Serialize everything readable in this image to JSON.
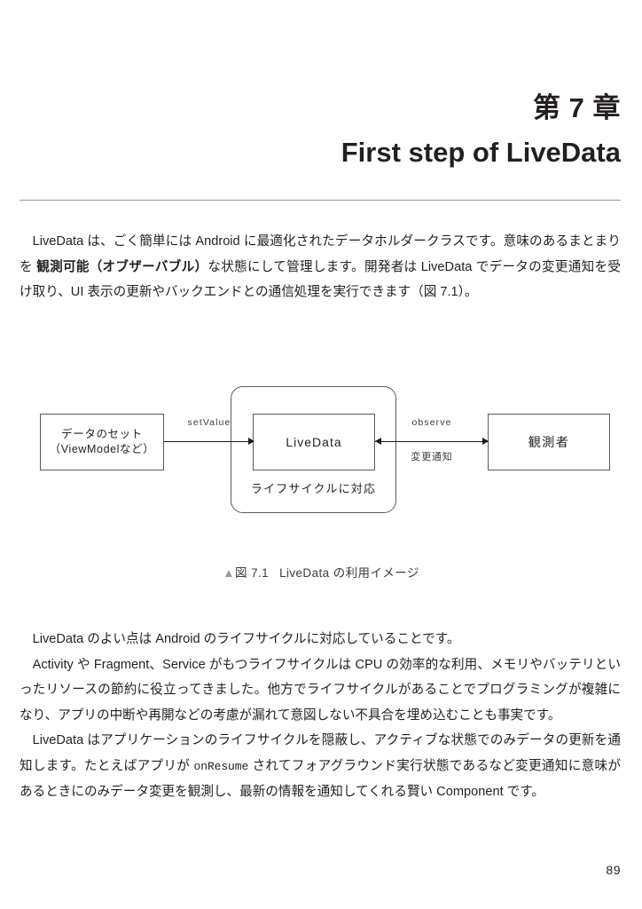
{
  "chapter": {
    "number": "第 7 章",
    "title": "First step of LiveData"
  },
  "paragraphs": {
    "intro": {
      "part1": "LiveData は、ごく簡単には Android に最適化されたデータホルダークラスです。意味のあるまとまりを ",
      "bold": "観測可能（オブザーバブル）",
      "part2": "な状態にして管理します。開発者は LiveData でデータの変更通知を受け取り、UI 表示の更新やバックエンドとの通信処理を実行できます（図 7.1）。"
    },
    "body1": "LiveData のよい点は Android のライフサイクルに対応していることです。",
    "body2": "Activity や Fragment、Service がもつライフサイクルは CPU の効率的な利用、メモリやバッテリといったリソースの節約に役立ってきました。他方でライフサイクルがあることでプログラミングが複雑になり、アプリの中断や再開などの考慮が漏れて意図しない不具合を埋め込むことも事実です。",
    "body3": {
      "part1": "LiveData はアプリケーションのライフサイクルを隠蔽し、アクティブな状態でのみデータの更新を通知します。たとえばアプリが ",
      "mono": "onResume",
      "part2": " されてフォアグラウンド実行状態であるなど変更通知に意味があるときにのみデータ変更を観測し、最新の情報を通知してくれる賢い Component です。"
    }
  },
  "figure": {
    "nodes": {
      "source_line1": "データのセット",
      "source_line2": "（ViewModelなど）",
      "livedata": "LiveData",
      "observer": "観測者"
    },
    "lifecycle_label": "ライフサイクルに対応",
    "edges": {
      "setvalue": "setValue",
      "observe": "observe",
      "notify": "変更通知"
    },
    "caption": {
      "marker": "▲",
      "label": "図 7.1",
      "text": "LiveData の利用イメージ"
    }
  },
  "footer": {
    "page_number": "89"
  },
  "colors": {
    "text": "#231f20",
    "rule": "#9a9a9a",
    "stroke": "#5b5b5b",
    "arrow": "#1a1a1a"
  }
}
